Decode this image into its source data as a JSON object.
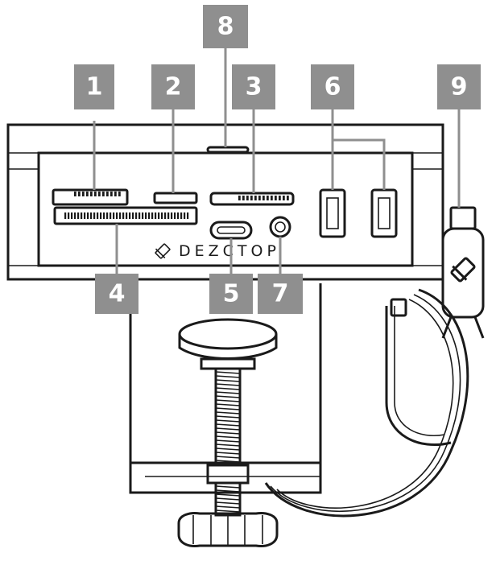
{
  "brand": {
    "name": "DEZCTOP",
    "logo_icon": "dezctop-logo-icon"
  },
  "callouts": [
    {
      "id": "1",
      "label": "1"
    },
    {
      "id": "2",
      "label": "2"
    },
    {
      "id": "3",
      "label": "3"
    },
    {
      "id": "4",
      "label": "4"
    },
    {
      "id": "5",
      "label": "5"
    },
    {
      "id": "6",
      "label": "6"
    },
    {
      "id": "7",
      "label": "7"
    },
    {
      "id": "8",
      "label": "8"
    },
    {
      "id": "9",
      "label": "9"
    }
  ],
  "colors": {
    "line": "#1a1a1a",
    "callout": "#8f8f8f",
    "background": "#ffffff"
  }
}
